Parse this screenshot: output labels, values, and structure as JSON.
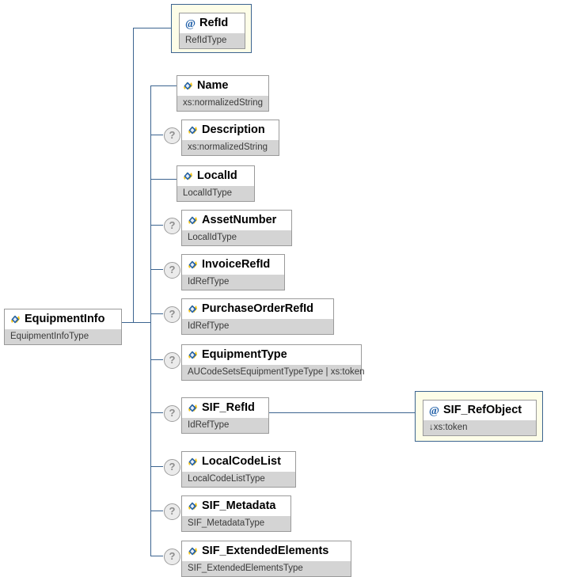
{
  "diagram": {
    "type": "xml-schema-tree",
    "root": {
      "name": "EquipmentInfo",
      "type": "EquipmentInfoType",
      "icon": "element-icon",
      "optional": false
    },
    "attribute_group": {
      "name": "RefId",
      "type": "RefIdType",
      "icon": "attribute-icon",
      "optional": false
    },
    "children": [
      {
        "name": "Name",
        "type": "xs:normalizedString",
        "icon": "element-icon",
        "optional": false
      },
      {
        "name": "Description",
        "type": "xs:normalizedString",
        "icon": "element-icon",
        "optional": true
      },
      {
        "name": "LocalId",
        "type": "LocalIdType",
        "icon": "element-icon",
        "optional": false
      },
      {
        "name": "AssetNumber",
        "type": "LocalIdType",
        "icon": "element-icon",
        "optional": true
      },
      {
        "name": "InvoiceRefId",
        "type": "IdRefType",
        "icon": "element-icon",
        "optional": true
      },
      {
        "name": "PurchaseOrderRefId",
        "type": "IdRefType",
        "icon": "element-icon",
        "optional": true
      },
      {
        "name": "EquipmentType",
        "type": "AUCodeSetsEquipmentTypeType | xs:token",
        "icon": "element-icon",
        "optional": true
      },
      {
        "name": "SIF_RefId",
        "type": "IdRefType",
        "icon": "element-icon",
        "optional": true
      },
      {
        "name": "LocalCodeList",
        "type": "LocalCodeListType",
        "icon": "element-icon",
        "optional": true
      },
      {
        "name": "SIF_Metadata",
        "type": "SIF_MetadataType",
        "icon": "element-icon",
        "optional": true
      },
      {
        "name": "SIF_ExtendedElements",
        "type": "SIF_ExtendedElementsType",
        "icon": "element-icon",
        "optional": true
      }
    ],
    "sif_refid_attribute": {
      "name": "SIF_RefObject",
      "type": "↓xs:token",
      "icon": "attribute-icon",
      "optional": false
    },
    "colors": {
      "line": "#3c6490",
      "box_border": "#9a9a9a",
      "box_type_bg": "#d4d4d4",
      "box_title_bg": "#ffffff",
      "attr_frame_bg": "#fdfde8",
      "attr_frame_border": "#3c6490",
      "optional_marker": "#9d9d9d"
    }
  }
}
